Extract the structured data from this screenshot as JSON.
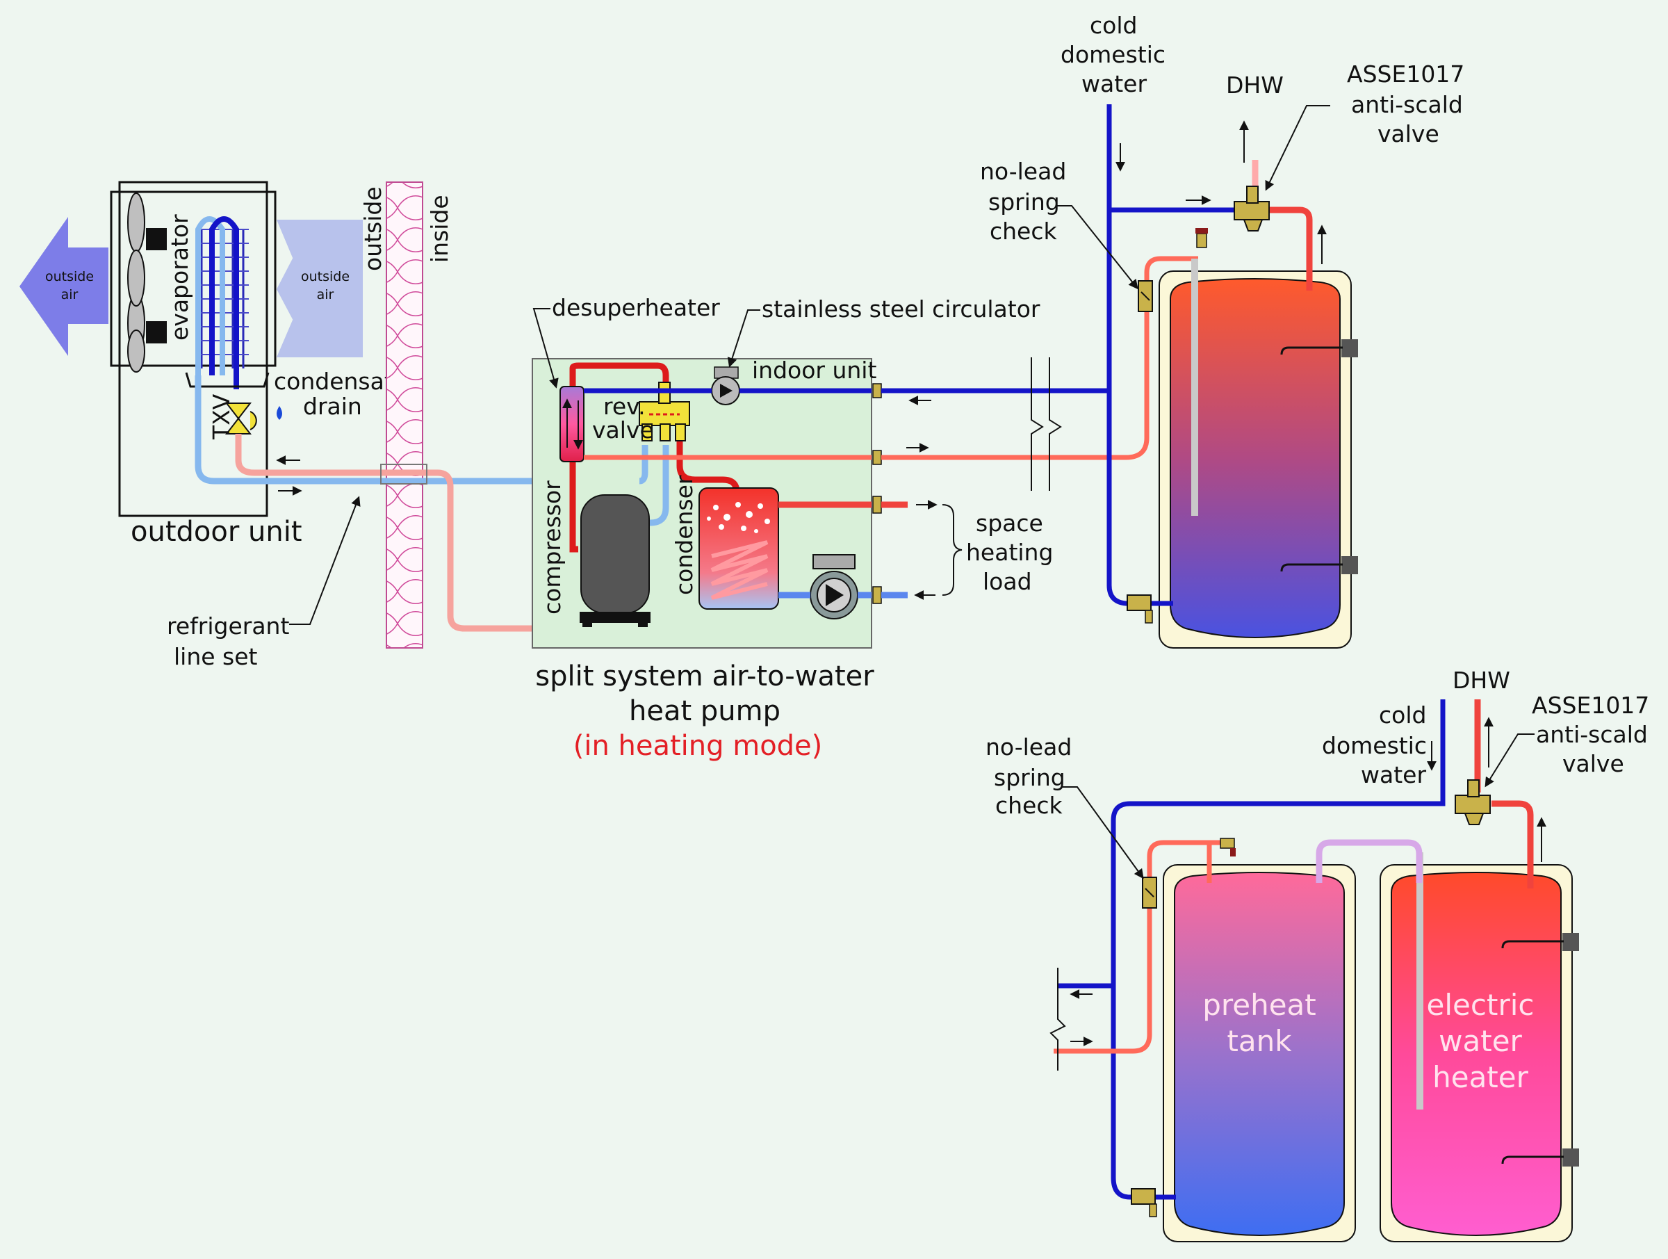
{
  "colors": {
    "background": "#eef6f0",
    "cold_pipe": "#1414c8",
    "hot_pipe": "#f0433d",
    "hot_return": "#ff6a5a",
    "light_cold": "#86b8ee",
    "liquid_line": "#f6a39d",
    "unit_box": "#d9f0d9",
    "tank_jacket": "#fbf7d8",
    "valve_brass": "#c9b24a",
    "heating_mode": "#e31f25"
  },
  "labels": {
    "outside_air_left": [
      "outside",
      "air"
    ],
    "outside_air_right": [
      "outside",
      "air"
    ],
    "evaporator": "evaporator",
    "txv": "TXV",
    "condensate_drain": [
      "condensate",
      "drain"
    ],
    "outdoor_unit": "outdoor unit",
    "outside": "outside",
    "inside": "inside",
    "refrigerant_line_set": [
      "refrigerant",
      "line set"
    ],
    "desuperheater": "desuperheater",
    "stainless_circulator": "stainless steel circulator",
    "indoor_unit": "indoor unit",
    "rev_valve": [
      "rev.",
      "valve"
    ],
    "compressor": "compressor",
    "condenser": "condenser",
    "space_heating_load": [
      "space",
      "heating",
      "load"
    ],
    "caption": [
      "split system air-to-water",
      "heat pump"
    ],
    "mode": "(in heating mode)",
    "top_cold_domestic_water": [
      "cold",
      "domestic",
      "water"
    ],
    "top_dhw": "DHW",
    "top_asse": [
      "ASSE1017",
      "anti-scald",
      "valve"
    ],
    "top_spring_check": [
      "no-lead",
      "spring",
      "check"
    ],
    "bottom_dhw": "DHW",
    "bottom_cold_domestic_water": [
      "cold",
      "domestic",
      "water"
    ],
    "bottom_asse": [
      "ASSE1017",
      "anti-scald",
      "valve"
    ],
    "bottom_spring_check": [
      "no-lead",
      "spring",
      "check"
    ],
    "preheat_tank": [
      "preheat",
      "tank"
    ],
    "electric_water_heater": [
      "electric",
      "water",
      "heater"
    ]
  }
}
